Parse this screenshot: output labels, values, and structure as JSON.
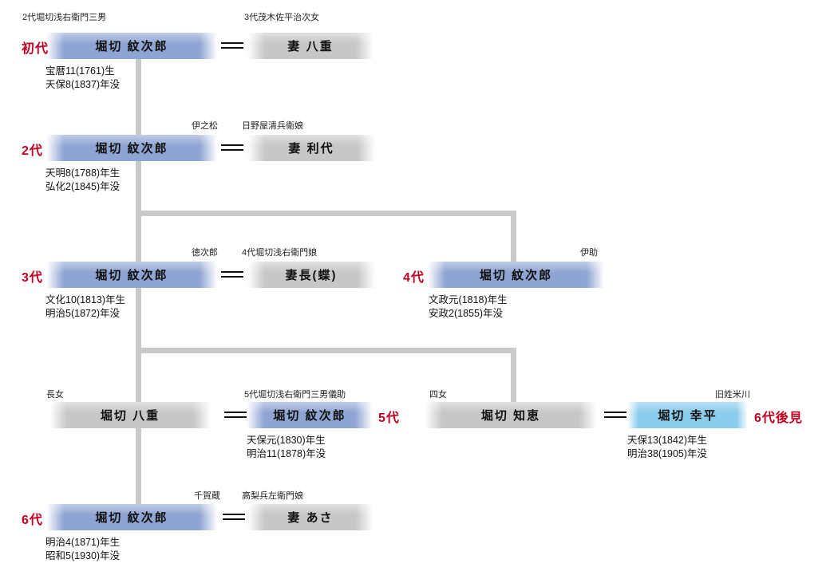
{
  "palette": {
    "male_box": "#8ea4d2",
    "female_box": "#c7c7c7",
    "guardian_box": "#8accec",
    "connector_line": "#c9c9c9",
    "generation_label_red": "#c00021",
    "text": "#101010"
  },
  "rows": {
    "gen1": {
      "gen": "初代",
      "origin": "2代堀切浅右衛門三男",
      "name": "堀切 紋次郎",
      "spouse_origin": "3代茂木佐平治次女",
      "spouse": "妻 八重",
      "birth": "宝暦11(1761)生",
      "death": "天保8(1837)年没"
    },
    "gen2": {
      "gen": "2代",
      "alias": "伊之松",
      "name": "堀切 紋次郎",
      "spouse_origin": "日野屋清兵衛娘",
      "spouse": "妻 利代",
      "birth": "天明8(1788)年生",
      "death": "弘化2(1845)年没"
    },
    "gen3": {
      "gen": "3代",
      "alias": "徳次郎",
      "name": "堀切 紋次郎",
      "spouse_origin": "4代堀切浅右衛門娘",
      "spouse": "妻長(蝶)",
      "birth": "文化10(1813)年生",
      "death": "明治5(1872)年没"
    },
    "gen4": {
      "gen": "4代",
      "alias": "伊助",
      "name": "堀切 紋次郎",
      "birth": "文政元(1818)年生",
      "death": "安政2(1855)年没"
    },
    "yae": {
      "note": "長女",
      "name": "堀切 八重"
    },
    "gen5": {
      "gen": "5代",
      "origin": "5代堀切浅右衛門三男儀助",
      "name": "堀切 紋次郎",
      "birth": "天保元(1830)年生",
      "death": "明治11(1878)年没"
    },
    "chie": {
      "note": "四女",
      "name": "堀切 知恵"
    },
    "kohei": {
      "gen": "6代後見",
      "origin": "旧姓米川",
      "name": "堀切 幸平",
      "birth": "天保13(1842)年生",
      "death": "明治38(1905)年没"
    },
    "gen6": {
      "gen": "6代",
      "alias": "千賀蔵",
      "name": "堀切 紋次郎",
      "spouse_origin": "高梨兵左衛門娘",
      "spouse": "妻 あさ",
      "birth": "明治4(1871)年生",
      "death": "昭和5(1930)年没"
    }
  }
}
